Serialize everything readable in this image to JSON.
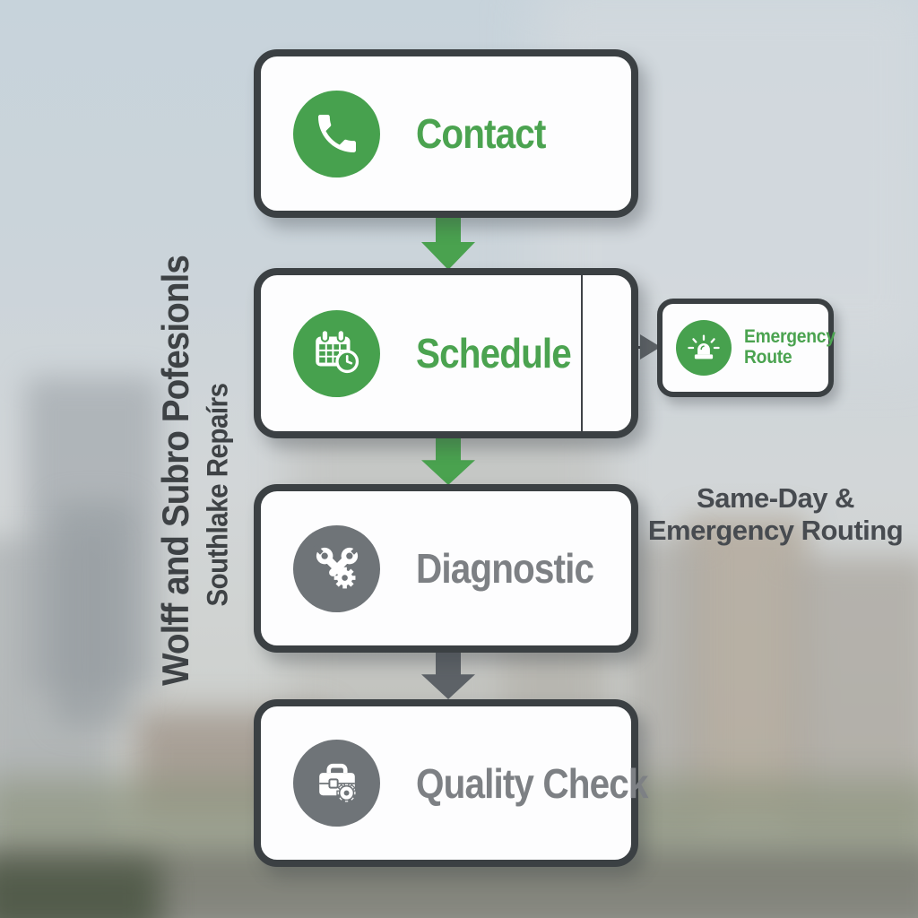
{
  "flow": {
    "steps": [
      {
        "label": "Contact",
        "icon": "phone-icon",
        "theme": "green"
      },
      {
        "label": "Schedule",
        "icon": "calendar-clock-icon",
        "theme": "green"
      },
      {
        "label": "Diagnostic",
        "icon": "wrench-gear-icon",
        "theme": "gray"
      },
      {
        "label": "Quality Check",
        "icon": "toolbox-gear-icon",
        "theme": "gray"
      }
    ],
    "branch": {
      "line1": "Emergency",
      "line2": "Route",
      "icon": "siren-icon"
    }
  },
  "annotations": {
    "right_note": {
      "line1": "Same-Day &",
      "line2": "Emergency Routing"
    },
    "left_title": "Wolff and Subro Pofesionls",
    "left_subtitle": "Southlake Repaírs"
  },
  "colors": {
    "accent_green": "#47a14e",
    "text_green": "#4ba350",
    "icon_gray": "#6f7478",
    "text_gray": "#7d8084",
    "border_dark": "#3b4043",
    "arrow_gray": "#5d6267",
    "note_text": "#474b50",
    "sky": "#c7d3db"
  }
}
